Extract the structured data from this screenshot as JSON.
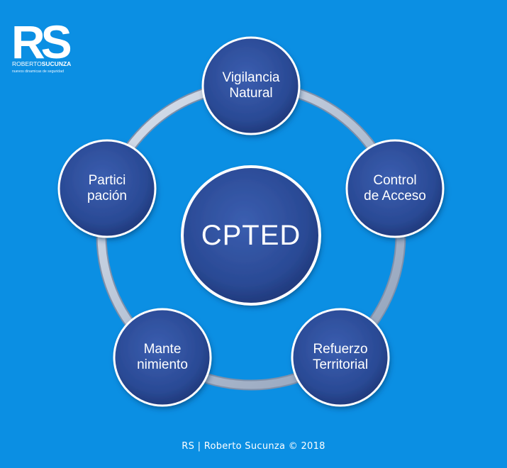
{
  "logo": {
    "monogram": "RS",
    "name_first": "ROBERTO",
    "name_last": "SUCUNZA",
    "tagline": "nuevos dinamicas de seguridad"
  },
  "diagram": {
    "center": "CPTED",
    "nodes": [
      {
        "id": "vigilancia-natural",
        "label": "Vigilancia\nNatural"
      },
      {
        "id": "control-de-acceso",
        "label": "Control\nde Acceso"
      },
      {
        "id": "refuerzo-territorial",
        "label": "Refuerzo\nTerritorial"
      },
      {
        "id": "mantenimiento",
        "label": "Mante\nnimiento"
      },
      {
        "id": "participacion",
        "label": "Partici\npación"
      }
    ]
  },
  "footer": {
    "text": "RS | Roberto Sucunza © 2018"
  },
  "colors": {
    "background": "#0b8fe3",
    "node_fill": "#27478f",
    "node_outline": "#ffffff",
    "ring": "#b9c6d8"
  }
}
